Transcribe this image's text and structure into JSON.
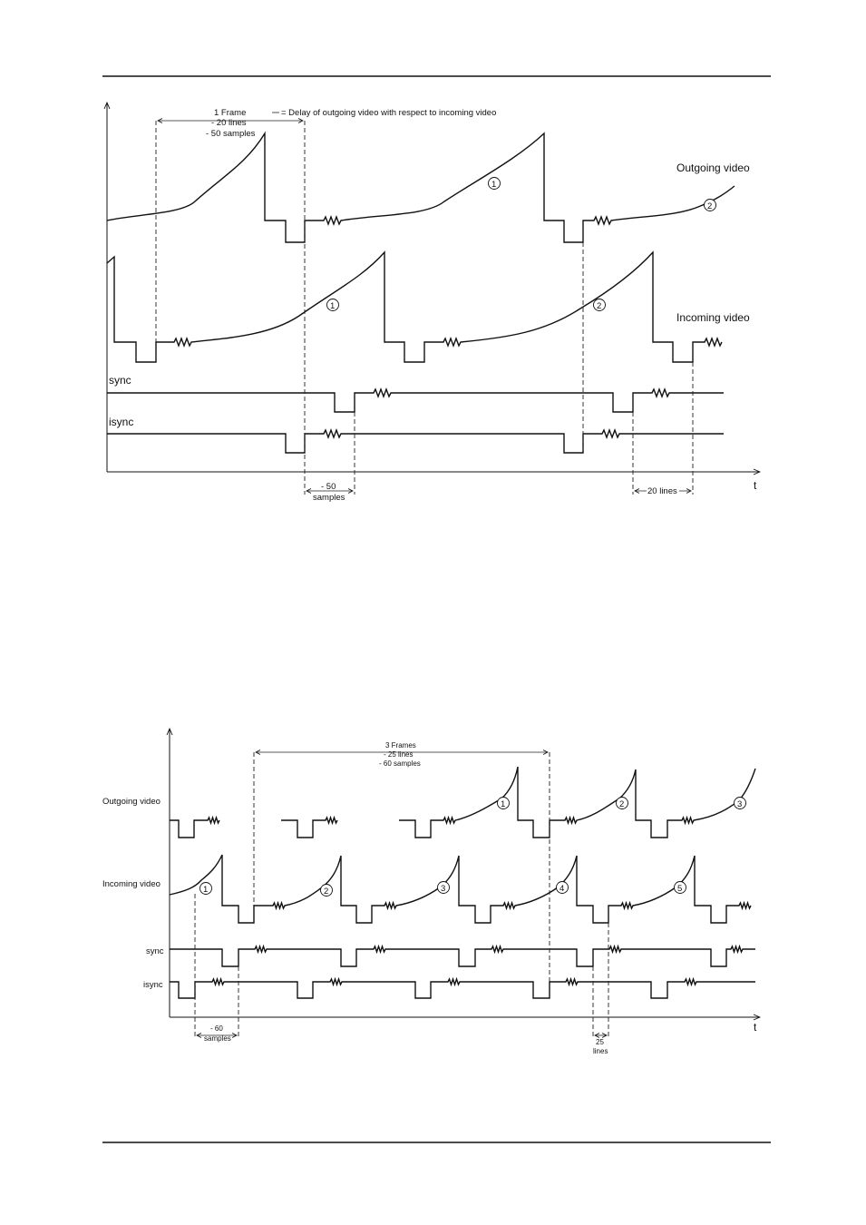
{
  "diagram1": {
    "note_frame": "1 Frame",
    "note_lines": "- 20 lines",
    "note_samples": "- 50 samples",
    "note_delay": "= Delay of outgoing video with respect to incoming video",
    "outgoing_label": "Outgoing video",
    "incoming_label": "Incoming video",
    "sync_label": "sync",
    "isync_label": "isync",
    "axis_label": "t",
    "dim_samples_1": "- 50",
    "dim_samples_2": "samples",
    "dim_lines": "20 lines",
    "marker_1": "1",
    "marker_2": "2"
  },
  "diagram2": {
    "note_frames": "3 Frames",
    "note_lines": "- 25 lines",
    "note_samples": "- 60 samples",
    "outgoing_label": "Outgoing video",
    "incoming_label": "Incoming video",
    "sync_label": "sync",
    "isync_label": "isync",
    "axis_label": "t",
    "dim_samples_1": "- 60",
    "dim_samples_2": "samples",
    "dim_lines_1": "25",
    "dim_lines_2": "lines",
    "marker_1": "1",
    "marker_2": "2",
    "marker_3": "3",
    "marker_4": "4",
    "marker_5": "5"
  }
}
